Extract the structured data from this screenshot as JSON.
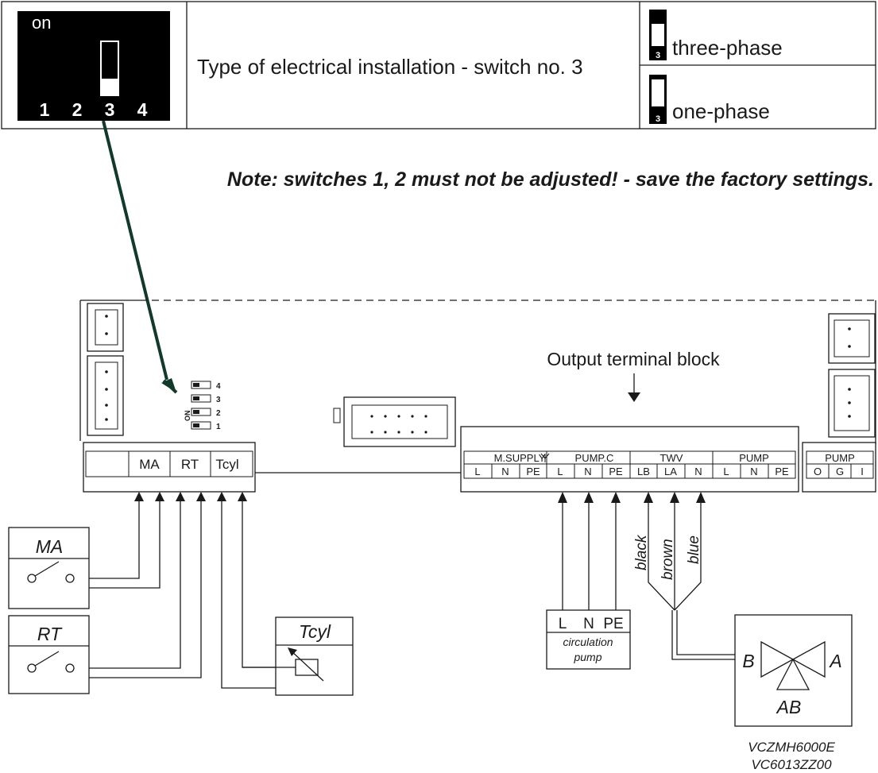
{
  "switch_table": {
    "on_label": "on",
    "switch_numbers": [
      "1",
      "2",
      "3",
      "4"
    ],
    "description": "Type of electrical installation - switch no. 3",
    "option_three_phase": "three-phase",
    "option_one_phase": "one-phase",
    "switch_icon_number": "3"
  },
  "note": "Note: switches 1, 2 must not be adjusted! - save the factory settings.",
  "board": {
    "output_block_label": "Output terminal block",
    "dip_on_label": "ON",
    "dip_numbers": [
      "4",
      "3",
      "2",
      "1"
    ],
    "left_terminals": [
      "MA",
      "RT",
      "Tcyl"
    ],
    "output_groups": [
      "M.SUPPLY",
      "PUMP.C",
      "TWV",
      "PUMP"
    ],
    "output_terminals": [
      "L",
      "N",
      "PE",
      "L",
      "N",
      "PE",
      "LB",
      "LA",
      "N",
      "L",
      "N",
      "PE"
    ],
    "pump_group": "PUMP",
    "pump_terminals": [
      "O",
      "G",
      "I"
    ]
  },
  "devices": {
    "ma_label": "MA",
    "rt_label": "RT",
    "tcyl_label": "Tcyl",
    "pump_terminals": [
      "L",
      "N",
      "PE"
    ],
    "pump_caption_1": "circulation",
    "pump_caption_2": "pump",
    "valve_ports": {
      "b": "B",
      "a": "A",
      "ab": "AB"
    },
    "wire_colors": [
      "black",
      "brown",
      "blue"
    ],
    "valve_models": [
      "VCZMH6000E",
      "VC6013ZZ00"
    ]
  },
  "colors": {
    "dip_background": "#000000",
    "leader_line": "#123a2a",
    "ink": "#1a1a1a"
  }
}
